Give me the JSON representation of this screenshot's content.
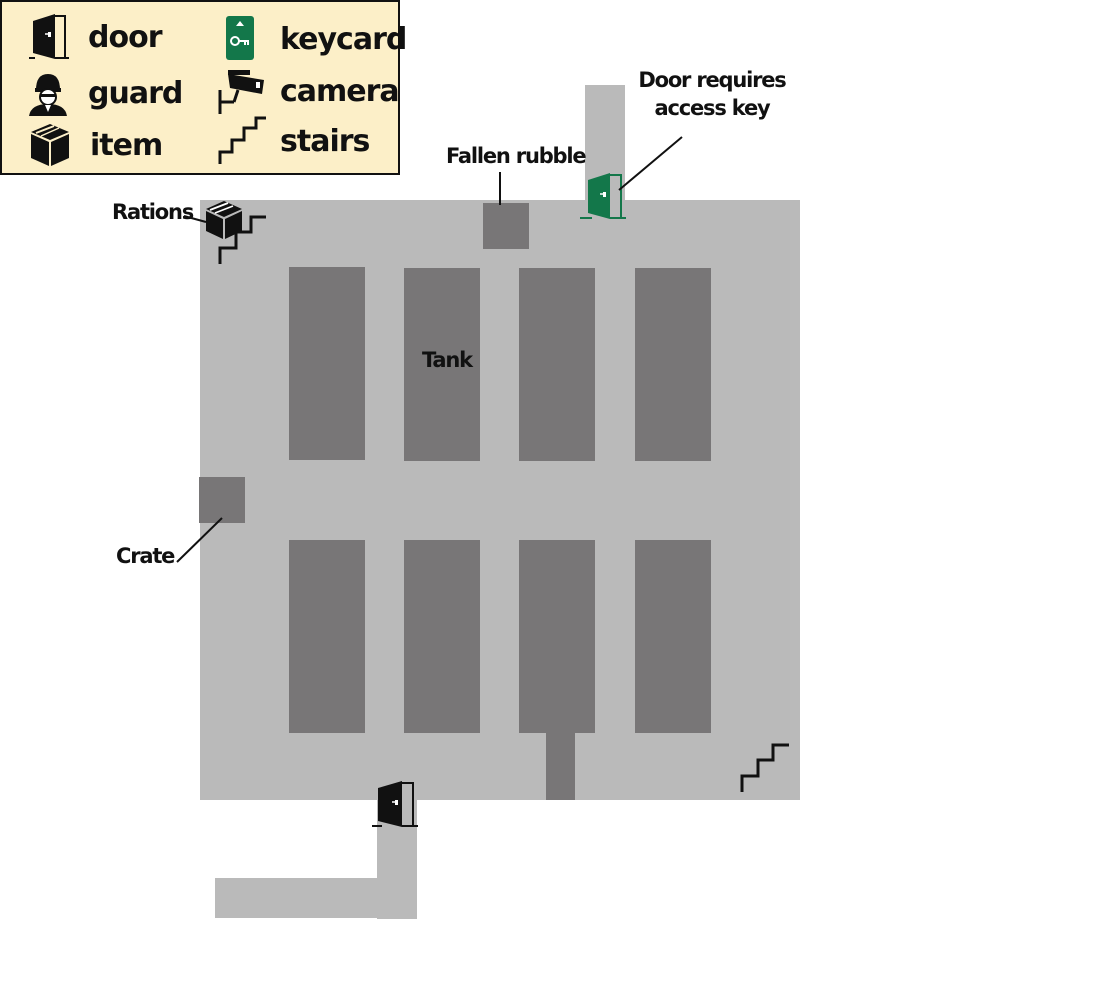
{
  "legend": {
    "items": [
      {
        "label": "door",
        "icon": "door-icon"
      },
      {
        "label": "keycard",
        "icon": "keycard-icon"
      },
      {
        "label": "guard",
        "icon": "guard-icon"
      },
      {
        "label": "camera",
        "icon": "camera-icon"
      },
      {
        "label": "item",
        "icon": "item-icon"
      },
      {
        "label": "stairs",
        "icon": "stairs-icon"
      }
    ]
  },
  "map": {
    "labels": {
      "rations": "Rations",
      "fallen_rubble": "Fallen rubble",
      "door_note_line1": "Door requires",
      "door_note_line2": "access key",
      "tank": "Tank",
      "crate": "Crate"
    },
    "colors": {
      "floor": "#bababa",
      "tank": "#787677",
      "locked_door": "#13774a",
      "legend_bg": "#fcefc8",
      "ink": "#111111"
    }
  }
}
